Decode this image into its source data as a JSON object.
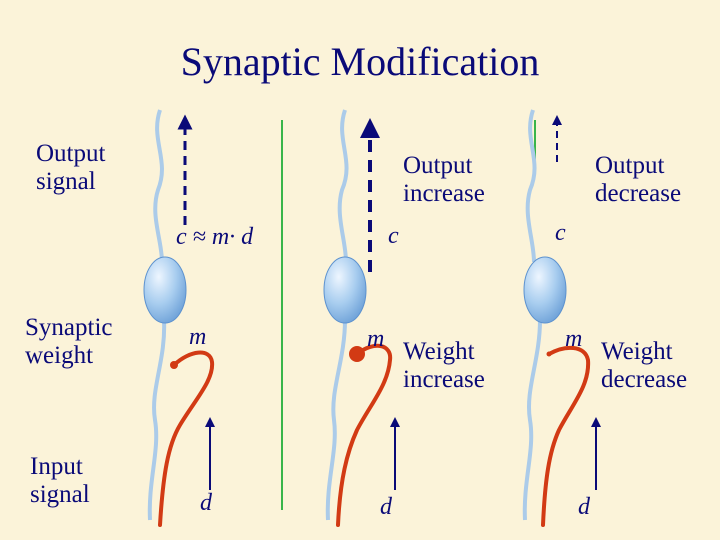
{
  "title": "Synaptic Modification",
  "row_labels": {
    "output": "Output\nsignal",
    "weight": "Synaptic\nweight",
    "input": "Input\nsignal"
  },
  "panel1": {
    "formula": "c ≈ m· d",
    "m": "m",
    "d": "d"
  },
  "panel2": {
    "heading": "Output\nincrease",
    "c": "c",
    "m": "m",
    "note": "Weight\nincrease",
    "d": "d"
  },
  "panel3": {
    "heading": "Output\ndecrease",
    "c": "c",
    "m": "m",
    "note": "Weight\ndecrease",
    "d": "d"
  },
  "colors": {
    "background": "#fbf3d9",
    "text": "#0a0a78",
    "neuron_fill": "#a7ccef",
    "neuron_stroke": "#5d92cf",
    "axon": "#abcbe9",
    "input_fiber": "#d23a14",
    "arrow": "#0a0a78",
    "divider": "#39b54a"
  }
}
